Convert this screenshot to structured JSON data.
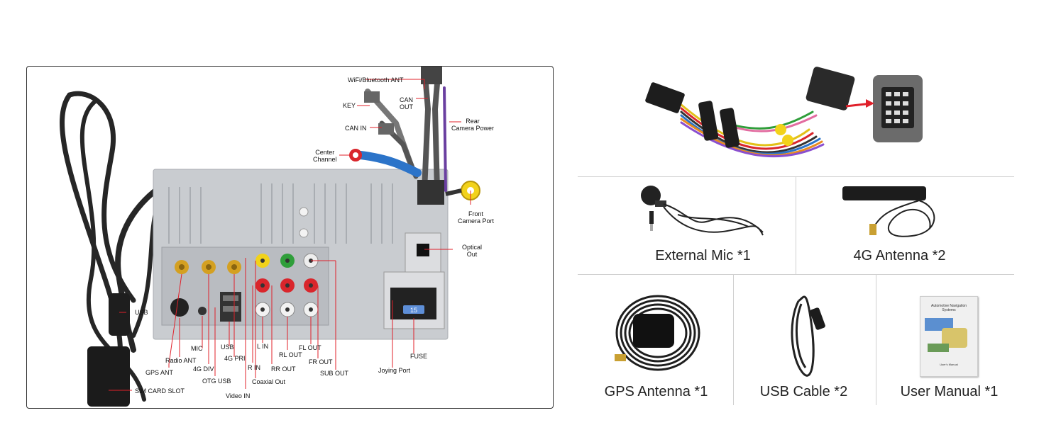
{
  "connector_labels": {
    "wifi_bt_ant": "WiFi/Bluetooth ANT",
    "can_out": "CAN\nOUT",
    "key": "KEY",
    "rear_camera_power": "Rear\nCamera Power",
    "can_in": "CAN IN",
    "center_channel": "Center\nChannel",
    "front_camera_port": "Front\nCamera Port",
    "optical_out": "Optical\nOut",
    "usb_side": "USB",
    "mic": "MIC",
    "radio_ant": "Radio ANT",
    "gps_ant": "GPS ANT",
    "g4_div": "4G DIV",
    "otg_usb": "OTG USB",
    "usb": "USB",
    "g4_pri": "4G PRI",
    "video_in": "Video IN",
    "r_in": "R IN",
    "l_in": "L IN",
    "coaxial_out": "Coaxial Out",
    "rr_out": "RR OUT",
    "rl_out": "RL OUT",
    "fl_out": "FL OUT",
    "fr_out": "FR OUT",
    "sub_out": "SUB OUT",
    "joying_port": "Joying Port",
    "fuse": "FUSE",
    "sim_card_slot": "SIM CARD SLOT"
  },
  "accessories": {
    "external_mic": "External Mic *1",
    "antenna_4g": "4G Antenna *2",
    "gps_antenna": "GPS Antenna *1",
    "usb_cable": "USB Cable *2",
    "user_manual": "User Manual *1"
  },
  "manual_text": {
    "title": "Automotive Navigation\nSystems",
    "subtitle": "User's Manual"
  },
  "fuse_text": "15",
  "colors": {
    "label_line": "#e0202a",
    "chassis": "#c9ccd0",
    "chassis_dark": "#a9adb2",
    "gold": "#d4a021",
    "cable": "#2a2a2a",
    "rca_yellow": "#f2d21a",
    "rca_green": "#2f9e3a",
    "rca_red": "#d9262c",
    "rca_white": "#f2f2f2",
    "rca_blue": "#2c74c9"
  }
}
